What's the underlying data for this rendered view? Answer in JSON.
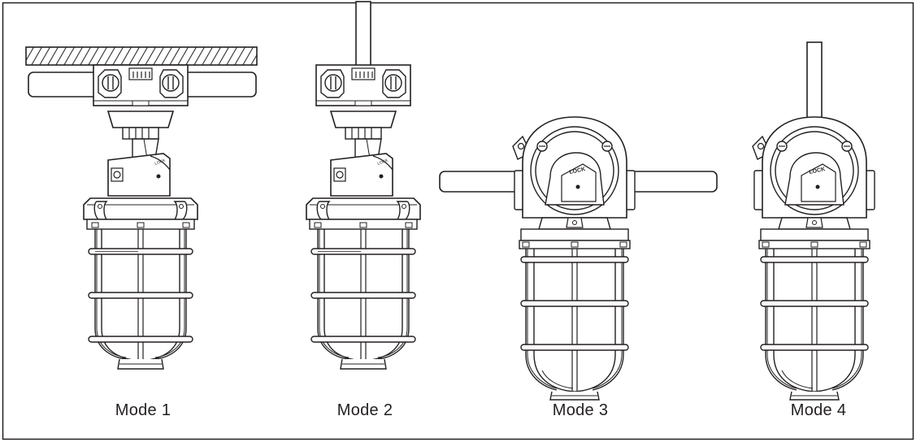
{
  "modes": [
    {
      "label": "Mode 1",
      "mount": "ceiling"
    },
    {
      "label": "Mode 2",
      "mount": "pendant-box"
    },
    {
      "label": "Mode 3",
      "mount": "wall-conduit"
    },
    {
      "label": "Mode 4",
      "mount": "pendant-conduit"
    }
  ],
  "lock_text": "LOCK",
  "colors": {
    "line": "#231f20",
    "background": "#ffffff"
  }
}
